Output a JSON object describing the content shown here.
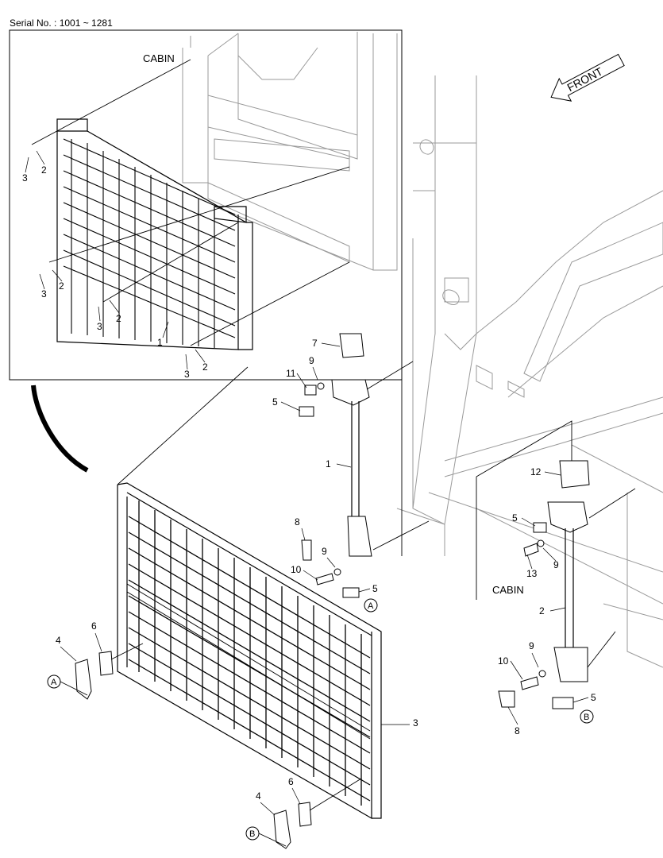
{
  "header": {
    "serial": "Serial No. : 1001 ~ 1281"
  },
  "labels": {
    "cabin": "CABIN",
    "front": "FRONT",
    "ref_a": "A",
    "ref_b": "B"
  },
  "callouts": [
    "1",
    "2",
    "3",
    "4",
    "5",
    "6",
    "7",
    "8",
    "9",
    "10",
    "11",
    "12",
    "13"
  ]
}
